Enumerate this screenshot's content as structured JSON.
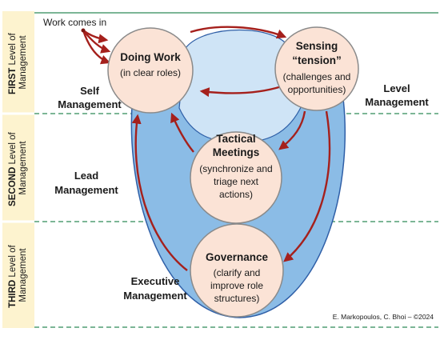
{
  "colors": {
    "side_band": "#fdf3cf",
    "dashed_line": "#2e8b57",
    "top_line": "#2e8b57",
    "outer_blob": "#8bbce6",
    "outer_blob_border": "#2f5fa7",
    "inner_blob": "#cfe4f6",
    "circle_fill": "#fbe3d6",
    "circle_stroke": "#8a8a8a",
    "arrow": "#a5201c"
  },
  "levels": [
    {
      "bold": "FIRST",
      "normal": " Level of",
      "second_line": "Management"
    },
    {
      "bold": "SECOND",
      "normal": " Level of",
      "second_line": "Management"
    },
    {
      "bold": "THIRD",
      "normal": " Level of",
      "second_line": "Management"
    }
  ],
  "work_comes_in": "Work comes in",
  "labels": {
    "self_management": [
      "Self",
      "Management"
    ],
    "level_management": [
      "Level",
      "Management"
    ],
    "lead_management": [
      "Lead",
      "Management"
    ],
    "executive_management": [
      "Executive",
      "Management"
    ]
  },
  "nodes": {
    "doing_work": {
      "title": [
        "Doing Work"
      ],
      "sub": [
        "(in clear roles)"
      ]
    },
    "sensing": {
      "title": [
        "Sensing",
        "“tension”"
      ],
      "sub": [
        "(challenges and",
        "opportunities)"
      ]
    },
    "tactical": {
      "title": [
        "Tactical",
        "Meetings"
      ],
      "sub": [
        "(synchronize and",
        "triage next",
        "actions)"
      ]
    },
    "governance": {
      "title": [
        "Governance"
      ],
      "sub": [
        "(clarify and",
        "improve role",
        "structures)"
      ]
    }
  },
  "credit": "E. Markopoulos, C. Bhoi –  ©2024"
}
